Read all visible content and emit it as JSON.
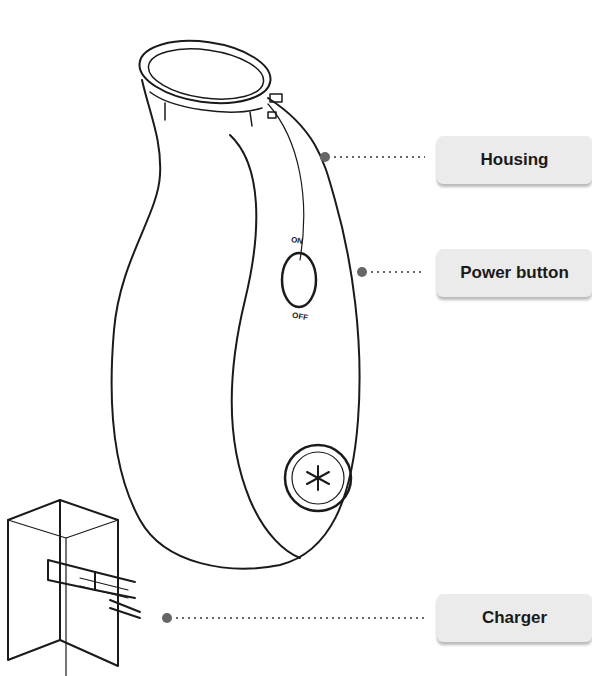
{
  "diagram": {
    "nodes": [
      {
        "text": [
          "Housing"
        ]
      },
      {
        "text": [
          "Power button"
        ]
      },
      {
        "text": [
          "Charger"
        ]
      }
    ],
    "labels": [
      "ON",
      "OFF"
    ]
  }
}
